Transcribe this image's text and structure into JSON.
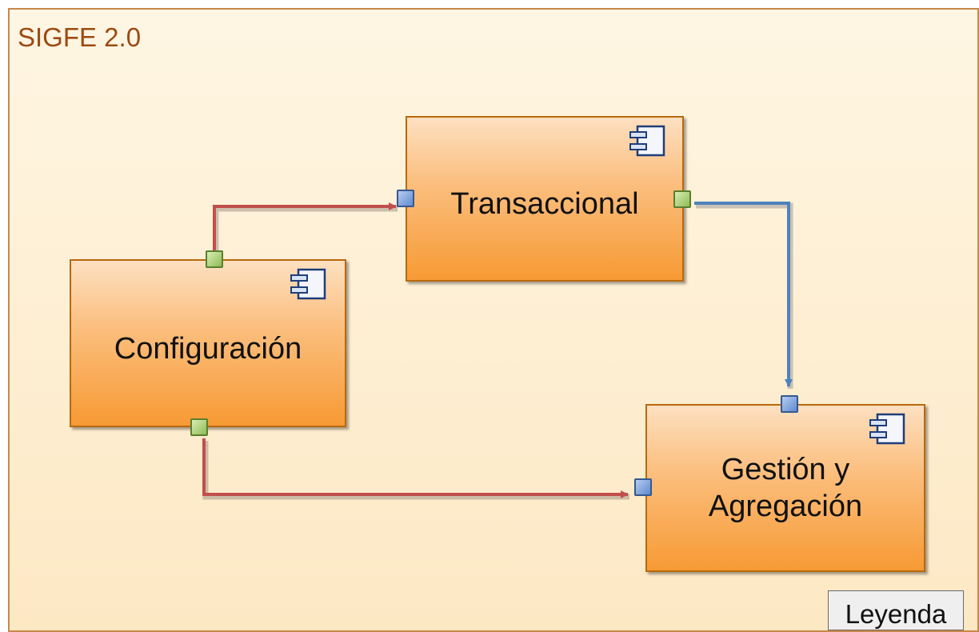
{
  "diagram": {
    "title": "SIGFE 2.0",
    "components": {
      "transaccional": {
        "label": "Transaccional"
      },
      "configuracion": {
        "label": "Configuración"
      },
      "gestion": {
        "label": "Gestión y Agregación"
      }
    },
    "legend": "Leyenda"
  },
  "colors": {
    "frame_border": "#c8884a",
    "frame_fill": "#fdeecf",
    "component_fill": "#fbbf7f",
    "red_connector": "#c0504d",
    "blue_connector": "#4f81bd",
    "provided_port": "#8fbc55",
    "required_port": "#5f8bd0"
  },
  "icons": [
    "uml-component-icon"
  ]
}
